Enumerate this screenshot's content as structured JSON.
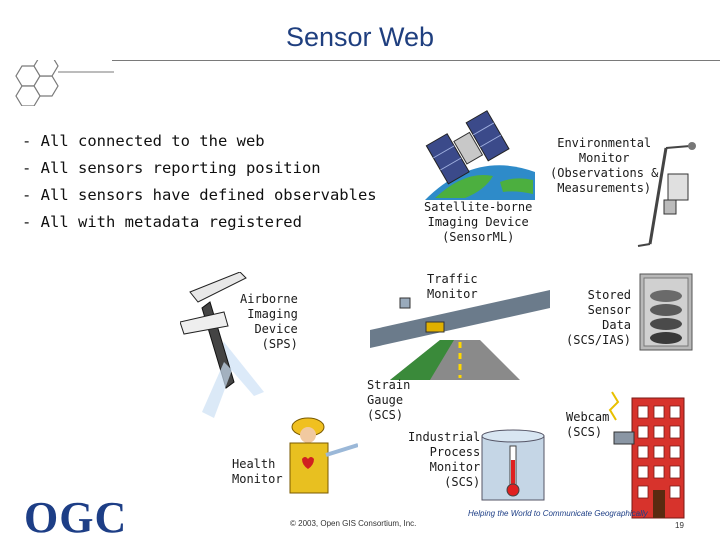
{
  "slide": {
    "title": "Sensor Web",
    "bullets": [
      "- All connected to the web",
      "- All sensors reporting position",
      "- All sensors have defined observables",
      "- All with metadata registered"
    ]
  },
  "diagram": {
    "labels": {
      "satellite": "Satellite-borne\nImaging Device\n(SensorML)",
      "environmental": "Environmental\nMonitor\n(Observations &\nMeasurements)",
      "traffic": "Traffic\nMonitor",
      "airborne": "Airborne\nImaging\nDevice\n(SPS)",
      "stored": "Stored\nSensor\nData\n(SCS/IAS)",
      "strain": "Strain\nGauge\n(SCS)",
      "webcam": "Webcam\n(SCS)",
      "industrial": "Industrial\nProcess\nMonitor\n(SCS)",
      "health": "Health\nMonitor"
    }
  },
  "footer": {
    "logo": "OGC",
    "copyright": "© 2003, Open GIS Consortium, Inc.",
    "tagline": "Helping the World  to Communicate Geographically",
    "page": "19"
  }
}
